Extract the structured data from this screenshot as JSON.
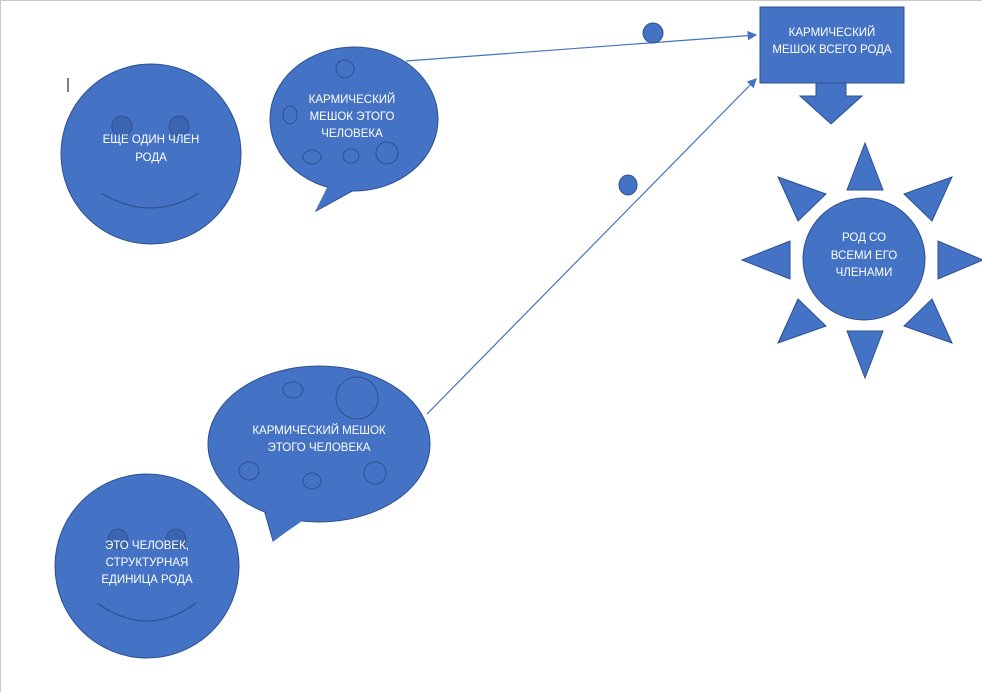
{
  "colors": {
    "shape_fill": "#4472c4",
    "shape_stroke": "#2f528f",
    "connector": "#4472c4",
    "text": "#ffffff"
  },
  "nodes": {
    "face_top": {
      "line1": "ЕЩЕ ОДИН ЧЛЕН",
      "line2": "РОДА"
    },
    "bubble_top": {
      "line1": "КАРМИЧЕСКИЙ",
      "line2": "МЕШОК ЭТОГО",
      "line3": "ЧЕЛОВЕКА"
    },
    "box_top": {
      "line1": "КАРМИЧЕСКИЙ",
      "line2": "МЕШОК ВСЕГО РОДА"
    },
    "sun": {
      "line1": "РОД СО",
      "line2": "ВСЕМИ ЕГО",
      "line3": "ЧЛЕНАМИ"
    },
    "bubble_bottom": {
      "line1": "КАРМИЧЕСКИЙ МЕШОК",
      "line2": "ЭТОГО ЧЕЛОВЕКА"
    },
    "face_bottom": {
      "line1": "ЭТО ЧЕЛОВЕК,",
      "line2": "СТРУКТУРНАЯ",
      "line3": "ЕДИНИЦА РОДА"
    }
  },
  "edges": [
    {
      "from": "bubble_top",
      "to": "box_top"
    },
    {
      "from": "bubble_bottom",
      "to": "box_top"
    },
    {
      "from": "box_top",
      "to": "sun"
    }
  ]
}
